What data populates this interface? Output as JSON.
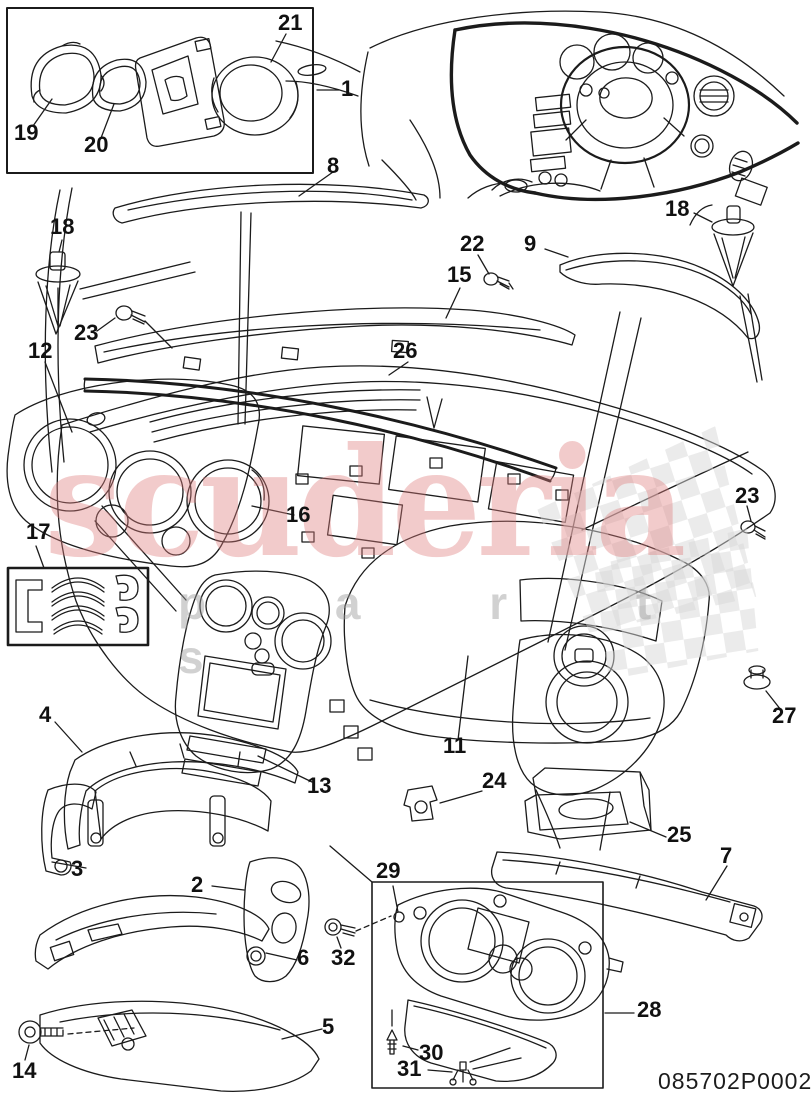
{
  "doc": {
    "drawing_number": "085702P0002"
  },
  "watermark": {
    "brand": "scuderia",
    "tagline": "p a r t s",
    "brand_color": "#e08080",
    "tagline_color": "#9b9b9b",
    "flag_color": "#d7d7d7"
  },
  "colors": {
    "line": "#1b1b1b",
    "background": "#ffffff"
  },
  "callouts": {
    "n1": "1",
    "n2": "2",
    "n3": "3",
    "n4": "4",
    "n5": "5",
    "n6": "6",
    "n7": "7",
    "n8": "8",
    "n9": "9",
    "n11": "11",
    "n12": "12",
    "n13": "13",
    "n14": "14",
    "n15": "15",
    "n16": "16",
    "n17": "17",
    "n18a": "18",
    "n18b": "18",
    "n19": "19",
    "n20": "20",
    "n21": "21",
    "n22": "22",
    "n23a": "23",
    "n23b": "23",
    "n24": "24",
    "n25": "25",
    "n26": "26",
    "n27": "27",
    "n28": "28",
    "n29": "29",
    "n30": "30",
    "n31": "31",
    "n32": "32"
  }
}
